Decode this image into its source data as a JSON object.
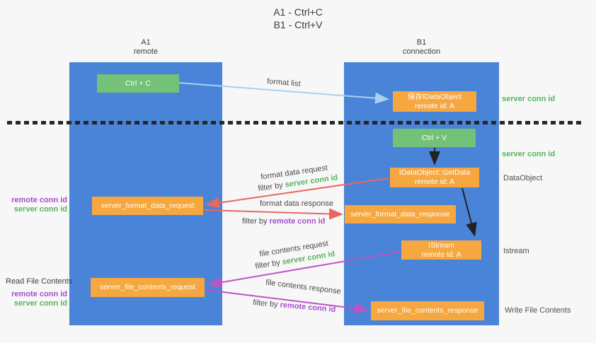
{
  "title": {
    "line1": "A1 - Ctrl+C",
    "line2": "B1 - Ctrl+V"
  },
  "lifelines": {
    "left": {
      "name": "A1",
      "role": "remote"
    },
    "right": {
      "name": "B1",
      "role": "connection"
    }
  },
  "nodes": {
    "ctrl_c": {
      "label": "Ctrl + C"
    },
    "ctrl_v": {
      "label": "Ctrl + V"
    },
    "save_idataobject": {
      "line1": "保存IDataObject",
      "line2": "remote id: A"
    },
    "idataobject_getdata": {
      "line1": "IDataObject::GetData",
      "line2": "remote id: A"
    },
    "istream": {
      "line1": "IStream",
      "line2": "remote id: A"
    },
    "server_format_data_request": {
      "label": "server_format_data_request"
    },
    "server_format_data_response": {
      "label": "server_format_data_response"
    },
    "server_file_contents_request": {
      "label": "server_file_contents_request"
    },
    "server_file_contents_response": {
      "label": "server_file_contents_response"
    }
  },
  "arrow_labels": {
    "format_list": "format list",
    "format_data_request": "format data request",
    "format_data_response": "format data response",
    "file_contents_request": "file contents request",
    "file_contents_response": "file contents response",
    "filter_by": "filter by"
  },
  "side_labels": {
    "server_conn_id": "server conn id",
    "remote_conn_id": "remote conn id",
    "dataobject": "DataObject",
    "istream": "Istream",
    "read_file_contents": "Read File Contents",
    "write_file_contents": "Write File Contents"
  },
  "colors": {
    "lifeline_blue": "#4a84d8",
    "node_green": "#74c178",
    "node_orange": "#f6a73f",
    "arrow_lightblue": "#a6d1ef",
    "arrow_red": "#e8685e",
    "arrow_magenta": "#bb55c4",
    "arrow_black": "#222222",
    "label_green": "#56b45c",
    "label_purple": "#a64dc9"
  }
}
